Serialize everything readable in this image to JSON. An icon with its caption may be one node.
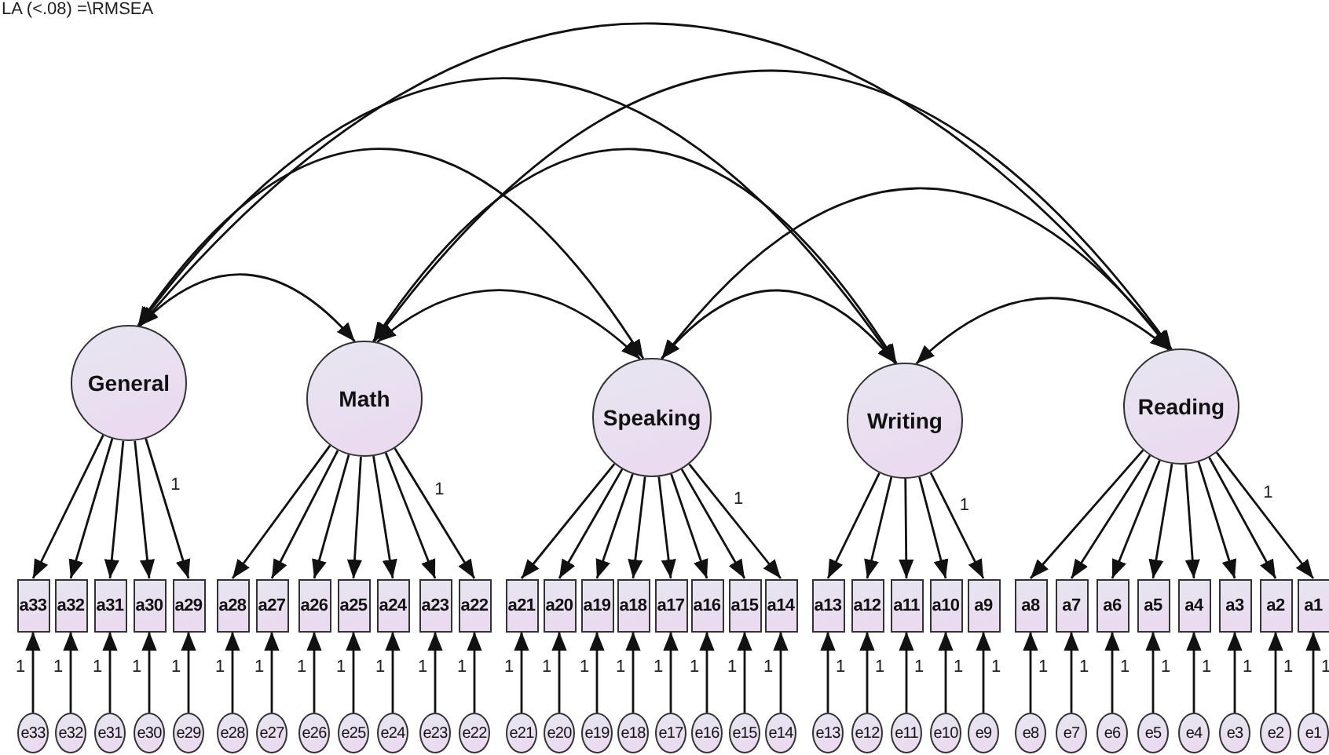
{
  "diagram": {
    "nodes": [
      {
        "text": [
          "General"
        ]
      },
      {
        "text": [
          "Math"
        ]
      },
      {
        "text": [
          "Speaking"
        ]
      },
      {
        "text": [
          "Writing"
        ]
      },
      {
        "text": [
          "Reading"
        ]
      },
      {
        "text": [
          "a33"
        ]
      },
      {
        "text": [
          "a32"
        ]
      },
      {
        "text": [
          "a31"
        ]
      },
      {
        "text": [
          "a30"
        ]
      },
      {
        "text": [
          "a29"
        ]
      },
      {
        "text": [
          "a28"
        ]
      },
      {
        "text": [
          "a27"
        ]
      },
      {
        "text": [
          "a26"
        ]
      },
      {
        "text": [
          "a25"
        ]
      },
      {
        "text": [
          "a24"
        ]
      },
      {
        "text": [
          "a23"
        ]
      },
      {
        "text": [
          "a22"
        ]
      },
      {
        "text": [
          "a21"
        ]
      },
      {
        "text": [
          "a20"
        ]
      },
      {
        "text": [
          "a19"
        ]
      },
      {
        "text": [
          "a18"
        ]
      },
      {
        "text": [
          "a17"
        ]
      },
      {
        "text": [
          "a16"
        ]
      },
      {
        "text": [
          "a15"
        ]
      },
      {
        "text": [
          "a14"
        ]
      },
      {
        "text": [
          "a13"
        ]
      },
      {
        "text": [
          "a12"
        ]
      },
      {
        "text": [
          "a11"
        ]
      },
      {
        "text": [
          "a10"
        ]
      },
      {
        "text": [
          "a9"
        ]
      },
      {
        "text": [
          "a8"
        ]
      },
      {
        "text": [
          "a7"
        ]
      },
      {
        "text": [
          "a6"
        ]
      },
      {
        "text": [
          "a5"
        ]
      },
      {
        "text": [
          "a4"
        ]
      },
      {
        "text": [
          "a3"
        ]
      },
      {
        "text": [
          "a2"
        ]
      },
      {
        "text": [
          "a1"
        ]
      },
      {
        "text": [
          "e33"
        ]
      },
      {
        "text": [
          "e32"
        ]
      },
      {
        "text": [
          "e31"
        ]
      },
      {
        "text": [
          "e30"
        ]
      },
      {
        "text": [
          "e29"
        ]
      },
      {
        "text": [
          "e28"
        ]
      },
      {
        "text": [
          "e27"
        ]
      },
      {
        "text": [
          "e26"
        ]
      },
      {
        "text": [
          "e25"
        ]
      },
      {
        "text": [
          "e24"
        ]
      },
      {
        "text": [
          "e23"
        ]
      },
      {
        "text": [
          "e22"
        ]
      },
      {
        "text": [
          "e21"
        ]
      },
      {
        "text": [
          "e20"
        ]
      },
      {
        "text": [
          "e19"
        ]
      },
      {
        "text": [
          "e18"
        ]
      },
      {
        "text": [
          "e17"
        ]
      },
      {
        "text": [
          "e16"
        ]
      },
      {
        "text": [
          "e15"
        ]
      },
      {
        "text": [
          "e14"
        ]
      },
      {
        "text": [
          "e13"
        ]
      },
      {
        "text": [
          "e12"
        ]
      },
      {
        "text": [
          "e11"
        ]
      },
      {
        "text": [
          "e10"
        ]
      },
      {
        "text": [
          "e9"
        ]
      },
      {
        "text": [
          "e8"
        ]
      },
      {
        "text": [
          "e7"
        ]
      },
      {
        "text": [
          "e6"
        ]
      },
      {
        "text": [
          "e5"
        ]
      },
      {
        "text": [
          "e4"
        ]
      },
      {
        "text": [
          "e3"
        ]
      },
      {
        "text": [
          "e2"
        ]
      },
      {
        "text": [
          "e1"
        ]
      }
    ],
    "edges": [
      {
        "from": 0,
        "to": 1,
        "arrow": "both"
      },
      {
        "from": 0,
        "to": 2,
        "arrow": "both"
      },
      {
        "from": 0,
        "to": 3,
        "arrow": "both"
      },
      {
        "from": 0,
        "to": 4,
        "arrow": "both"
      },
      {
        "from": 1,
        "to": 2,
        "arrow": "both"
      },
      {
        "from": 1,
        "to": 3,
        "arrow": "both"
      },
      {
        "from": 1,
        "to": 4,
        "arrow": "both"
      },
      {
        "from": 2,
        "to": 3,
        "arrow": "both"
      },
      {
        "from": 2,
        "to": 4,
        "arrow": "both"
      },
      {
        "from": 3,
        "to": 4,
        "arrow": "both"
      },
      {
        "from": 0,
        "to": 5,
        "arrow": "to"
      },
      {
        "from": 0,
        "to": 6,
        "arrow": "to"
      },
      {
        "from": 0,
        "to": 7,
        "arrow": "to"
      },
      {
        "from": 0,
        "to": 8,
        "arrow": "to"
      },
      {
        "from": 0,
        "to": 9,
        "arrow": "to",
        "label": "1"
      },
      {
        "from": 1,
        "to": 10,
        "arrow": "to"
      },
      {
        "from": 1,
        "to": 11,
        "arrow": "to"
      },
      {
        "from": 1,
        "to": 12,
        "arrow": "to"
      },
      {
        "from": 1,
        "to": 13,
        "arrow": "to"
      },
      {
        "from": 1,
        "to": 14,
        "arrow": "to"
      },
      {
        "from": 1,
        "to": 15,
        "arrow": "to"
      },
      {
        "from": 1,
        "to": 16,
        "arrow": "to",
        "label": "1"
      },
      {
        "from": 2,
        "to": 17,
        "arrow": "to"
      },
      {
        "from": 2,
        "to": 18,
        "arrow": "to"
      },
      {
        "from": 2,
        "to": 19,
        "arrow": "to"
      },
      {
        "from": 2,
        "to": 20,
        "arrow": "to"
      },
      {
        "from": 2,
        "to": 21,
        "arrow": "to"
      },
      {
        "from": 2,
        "to": 22,
        "arrow": "to"
      },
      {
        "from": 2,
        "to": 23,
        "arrow": "to"
      },
      {
        "from": 2,
        "to": 24,
        "arrow": "to",
        "label": "1"
      },
      {
        "from": 3,
        "to": 25,
        "arrow": "to"
      },
      {
        "from": 3,
        "to": 26,
        "arrow": "to"
      },
      {
        "from": 3,
        "to": 27,
        "arrow": "to"
      },
      {
        "from": 3,
        "to": 28,
        "arrow": "to"
      },
      {
        "from": 3,
        "to": 29,
        "arrow": "to",
        "label": "1"
      },
      {
        "from": 4,
        "to": 30,
        "arrow": "to"
      },
      {
        "from": 4,
        "to": 31,
        "arrow": "to"
      },
      {
        "from": 4,
        "to": 32,
        "arrow": "to"
      },
      {
        "from": 4,
        "to": 33,
        "arrow": "to"
      },
      {
        "from": 4,
        "to": 34,
        "arrow": "to"
      },
      {
        "from": 4,
        "to": 35,
        "arrow": "to"
      },
      {
        "from": 4,
        "to": 36,
        "arrow": "to"
      },
      {
        "from": 4,
        "to": 37,
        "arrow": "to",
        "label": "1"
      },
      {
        "from": 38,
        "to": 5,
        "arrow": "to",
        "label": "1"
      },
      {
        "from": 39,
        "to": 6,
        "arrow": "to",
        "label": "1"
      },
      {
        "from": 40,
        "to": 7,
        "arrow": "to",
        "label": "1"
      },
      {
        "from": 41,
        "to": 8,
        "arrow": "to",
        "label": "1"
      },
      {
        "from": 42,
        "to": 9,
        "arrow": "to",
        "label": "1"
      },
      {
        "from": 43,
        "to": 10,
        "arrow": "to",
        "label": "1"
      },
      {
        "from": 44,
        "to": 11,
        "arrow": "to",
        "label": "1"
      },
      {
        "from": 45,
        "to": 12,
        "arrow": "to",
        "label": "1"
      },
      {
        "from": 46,
        "to": 13,
        "arrow": "to",
        "label": "1"
      },
      {
        "from": 47,
        "to": 14,
        "arrow": "to",
        "label": "1"
      },
      {
        "from": 48,
        "to": 15,
        "arrow": "to",
        "label": "1"
      },
      {
        "from": 49,
        "to": 16,
        "arrow": "to",
        "label": "1"
      },
      {
        "from": 50,
        "to": 17,
        "arrow": "to",
        "label": "1"
      },
      {
        "from": 51,
        "to": 18,
        "arrow": "to",
        "label": "1"
      },
      {
        "from": 52,
        "to": 19,
        "arrow": "to",
        "label": "1"
      },
      {
        "from": 53,
        "to": 20,
        "arrow": "to",
        "label": "1"
      },
      {
        "from": 54,
        "to": 21,
        "arrow": "to",
        "label": "1"
      },
      {
        "from": 55,
        "to": 22,
        "arrow": "to",
        "label": "1"
      },
      {
        "from": 56,
        "to": 23,
        "arrow": "to",
        "label": "1"
      },
      {
        "from": 57,
        "to": 24,
        "arrow": "to",
        "label": "1"
      },
      {
        "from": 58,
        "to": 25,
        "arrow": "to",
        "label": "1"
      },
      {
        "from": 59,
        "to": 26,
        "arrow": "to",
        "label": "1"
      },
      {
        "from": 60,
        "to": 27,
        "arrow": "to",
        "label": "1"
      },
      {
        "from": 61,
        "to": 28,
        "arrow": "to",
        "label": "1"
      },
      {
        "from": 62,
        "to": 29,
        "arrow": "to",
        "label": "1"
      },
      {
        "from": 63,
        "to": 30,
        "arrow": "to",
        "label": "1"
      },
      {
        "from": 64,
        "to": 31,
        "arrow": "to",
        "label": "1"
      },
      {
        "from": 65,
        "to": 32,
        "arrow": "to",
        "label": "1"
      },
      {
        "from": 66,
        "to": 33,
        "arrow": "to",
        "label": "1"
      },
      {
        "from": 67,
        "to": 34,
        "arrow": "to",
        "label": "1"
      },
      {
        "from": 68,
        "to": 35,
        "arrow": "to",
        "label": "1"
      },
      {
        "from": 69,
        "to": 36,
        "arrow": "to",
        "label": "1"
      },
      {
        "from": 70,
        "to": 37,
        "arrow": "to",
        "label": "1"
      }
    ],
    "labels": [
      "LA (<.08) =\\RMSEA"
    ]
  }
}
